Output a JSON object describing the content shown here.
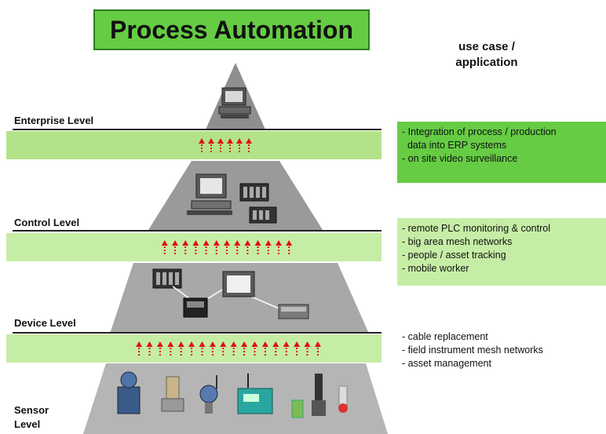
{
  "title": "Process Automation",
  "use_case_header": [
    "use case /",
    "application"
  ],
  "levels": {
    "enterprise": "Enterprise Level",
    "control": "Control Level",
    "device": "Device Level",
    "sensor": [
      "Sensor",
      "Level"
    ]
  },
  "use_cases": {
    "enterprise": [
      "- Integration of process / production",
      "  data into ERP systems",
      "- on site video surveillance"
    ],
    "control": [
      "- remote PLC monitoring & control",
      "- big area mesh networks",
      "- people / asset tracking",
      "- mobile worker"
    ],
    "device": [
      "- cable replacement",
      "- field instrument mesh networks",
      "- asset management"
    ]
  },
  "arrows": {
    "band1": 6,
    "band2": 13,
    "band3": 18
  },
  "colors": {
    "title_bg": "#66cc44",
    "band_light": "#c6eda5",
    "band_mid": "#b3e388",
    "box_green": "#66cc44",
    "pyramid_grey": "#9a9a9a",
    "arrow_red": "#e01010"
  },
  "icons": [
    "computer-icon",
    "workstation-icon",
    "plc-icon",
    "panel-display-icon",
    "sensor-icon"
  ]
}
